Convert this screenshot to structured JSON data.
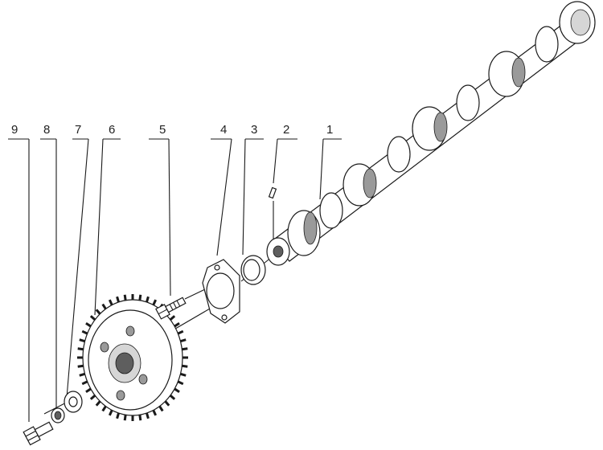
{
  "callouts": [
    "9",
    "8",
    "7",
    "6",
    "5",
    "4",
    "3",
    "2",
    "1"
  ]
}
